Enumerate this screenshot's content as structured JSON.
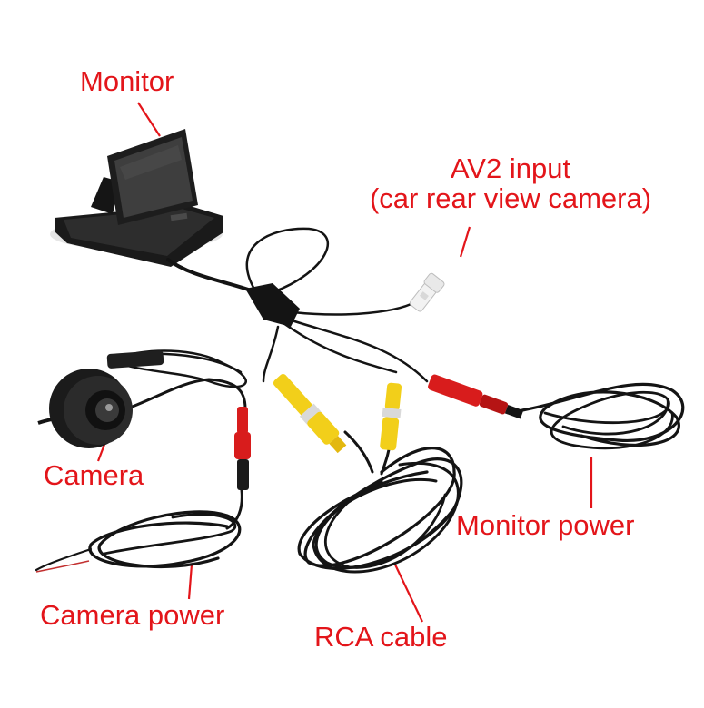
{
  "labels": {
    "monitor": "Monitor",
    "av2_line1": "AV2 input",
    "av2_line2": "(car rear view camera)",
    "camera": "Camera",
    "monitor_power": "Monitor power",
    "camera_power": "Camera power",
    "rca_cable": "RCA cable"
  },
  "colors": {
    "background": "#ffffff",
    "label_red": "#e3151a",
    "cable_black": "#141414",
    "plug_red": "#d81c1c",
    "plug_yellow": "#f2cf1a",
    "plug_white": "#f2f2f2"
  }
}
